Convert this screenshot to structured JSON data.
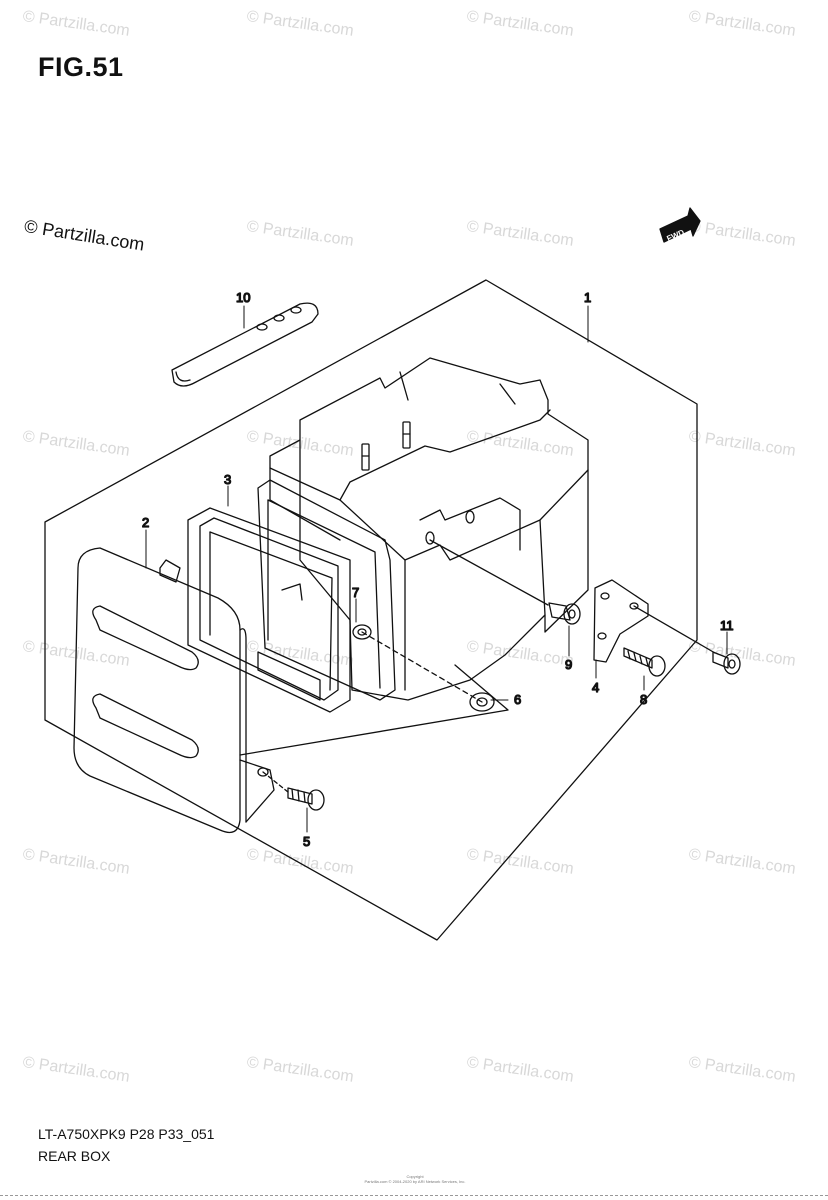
{
  "figure": {
    "title": "FIG.51",
    "watermark_text": "© Partzilla.com",
    "fwd_label": "FWD"
  },
  "callouts": [
    "1",
    "2",
    "3",
    "4",
    "5",
    "6",
    "7",
    "8",
    "9",
    "10",
    "11"
  ],
  "footer": {
    "model_code": "LT-A750XPK9 P28 P33_051",
    "section_name": "REAR BOX",
    "copyright_line1": "Copyright",
    "copyright_line2": "Partzilla.com © 2004-2020 by ARI Network Services, Inc."
  },
  "colors": {
    "line": "#111111",
    "watermark": "#d8d8d8",
    "background": "#ffffff"
  }
}
